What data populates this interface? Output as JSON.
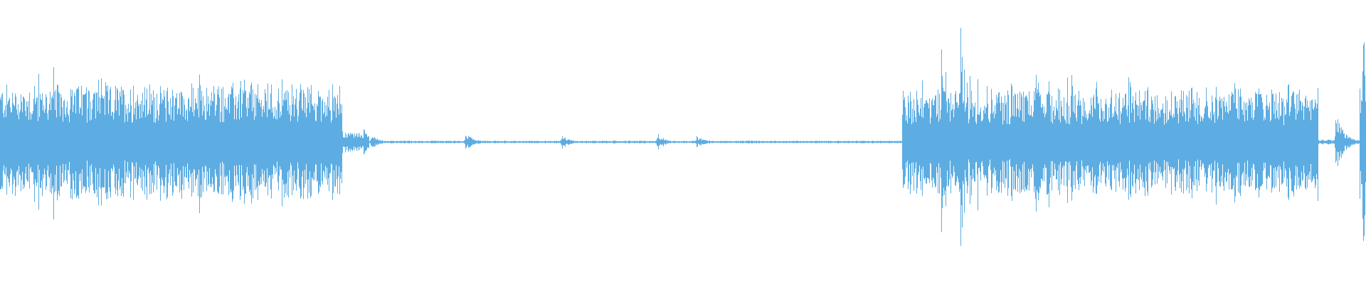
{
  "waveform": {
    "color": "#5dade2",
    "background": "#ffffff",
    "segments": [
      {
        "start": 0.0,
        "end": 0.25,
        "level": 0.45,
        "kind": "dense"
      },
      {
        "start": 0.25,
        "end": 0.27,
        "level": 0.08,
        "kind": "tail"
      },
      {
        "start": 0.27,
        "end": 0.66,
        "level": 0.01,
        "kind": "silence"
      },
      {
        "start": 0.66,
        "end": 0.965,
        "level": 0.42,
        "kind": "dense"
      },
      {
        "start": 0.965,
        "end": 0.995,
        "level": 0.02,
        "kind": "silence"
      },
      {
        "start": 0.995,
        "end": 1.0,
        "level": 0.55,
        "kind": "dense"
      }
    ],
    "peaks": [
      {
        "pos": 0.006,
        "amp": 0.38
      },
      {
        "pos": 0.039,
        "amp": 0.62
      },
      {
        "pos": 0.055,
        "amp": 0.55
      },
      {
        "pos": 0.074,
        "amp": 0.72
      },
      {
        "pos": 0.1385,
        "amp": 0.38
      },
      {
        "pos": 0.171,
        "amp": 0.46
      },
      {
        "pos": 0.197,
        "amp": 0.4
      },
      {
        "pos": 0.212,
        "amp": 0.3
      },
      {
        "pos": 0.226,
        "amp": 0.2
      },
      {
        "pos": 0.245,
        "amp": 0.25
      },
      {
        "pos": 0.272,
        "amp": 0.06
      },
      {
        "pos": 0.341,
        "amp": 0.07
      },
      {
        "pos": 0.411,
        "amp": 0.06
      },
      {
        "pos": 0.481,
        "amp": 0.06
      },
      {
        "pos": 0.51,
        "amp": 0.05
      },
      {
        "pos": 0.67,
        "amp": 0.12
      },
      {
        "pos": 0.689,
        "amp": 0.9
      },
      {
        "pos": 0.703,
        "amp": 1.0
      },
      {
        "pos": 0.71,
        "amp": 0.65
      },
      {
        "pos": 0.758,
        "amp": 0.62
      },
      {
        "pos": 0.794,
        "amp": 0.4
      },
      {
        "pos": 0.809,
        "amp": 0.38
      },
      {
        "pos": 0.836,
        "amp": 0.3
      },
      {
        "pos": 0.876,
        "amp": 0.38
      },
      {
        "pos": 0.892,
        "amp": 0.42
      },
      {
        "pos": 0.909,
        "amp": 0.18
      },
      {
        "pos": 0.978,
        "amp": 0.24
      },
      {
        "pos": 0.9975,
        "amp": 0.95
      }
    ]
  }
}
